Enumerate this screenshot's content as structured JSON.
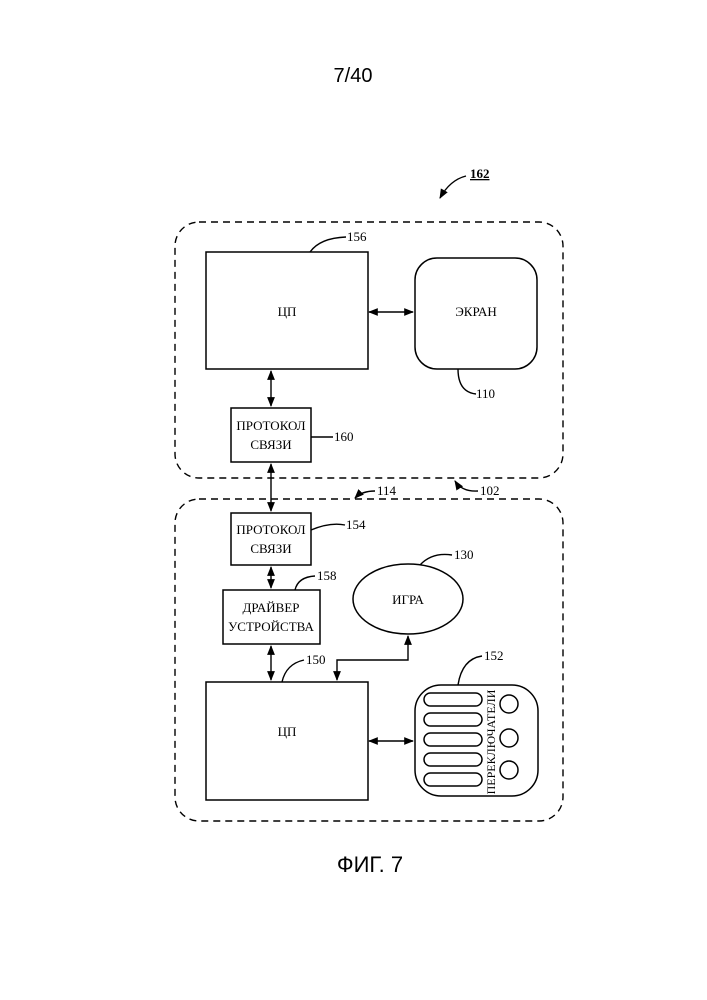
{
  "page_number": "7/40",
  "figure_caption": "ФИГ. 7",
  "refs": {
    "r162": "162",
    "r156": "156",
    "r110": "110",
    "r160": "160",
    "r114": "114",
    "r102": "102",
    "r154": "154",
    "r158": "158",
    "r130": "130",
    "r150": "150",
    "r152": "152"
  },
  "blocks": {
    "cpu_top": "ЦП",
    "screen": "ЭКРАН",
    "proto_top_line1": "ПРОТОКОЛ",
    "proto_top_line2": "СВЯЗИ",
    "proto_bot_line1": "ПРОТОКОЛ",
    "proto_bot_line2": "СВЯЗИ",
    "driver_line1": "ДРАЙВЕР",
    "driver_line2": "УСТРОЙСТВА",
    "game": "ИГРА",
    "cpu_bottom": "ЦП",
    "switches": "ПЕРЕКЛЮЧАТЕЛИ"
  }
}
